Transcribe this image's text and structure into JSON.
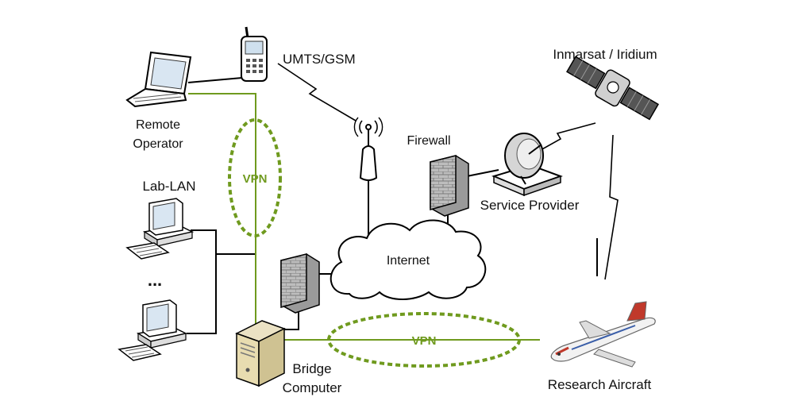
{
  "nodes": {
    "remote_operator": {
      "line1": "Remote",
      "line2": "Operator",
      "icon": "laptop-icon"
    },
    "phone": {
      "label": "UMTS/GSM",
      "icon": "mobile-phone-icon"
    },
    "antenna": {
      "icon": "cell-antenna-icon"
    },
    "satellite": {
      "label": "Inmarsat / Iridium",
      "icon": "satellite-icon"
    },
    "firewall_top": {
      "label": "Firewall",
      "icon": "firewall-icon"
    },
    "service_provider": {
      "label": "Service Provider",
      "icon": "satellite-dish-icon"
    },
    "lab_lan": {
      "label": "Lab-LAN",
      "ellipsis": "...",
      "icon": "desktop-computer-icon"
    },
    "internet": {
      "label": "Internet",
      "icon": "cloud-icon"
    },
    "firewall_bottom": {
      "icon": "firewall-icon"
    },
    "bridge_computer": {
      "line1": "Bridge",
      "line2": "Computer",
      "icon": "server-icon"
    },
    "research_aircraft": {
      "label": "Research Aircraft",
      "icon": "aircraft-icon"
    }
  },
  "vpn": {
    "top_label": "VPN",
    "bottom_label": "VPN"
  },
  "colors": {
    "vpn_green": "#6f9a1e",
    "wire": "#000000",
    "cloud_fill": "#ffffff"
  }
}
